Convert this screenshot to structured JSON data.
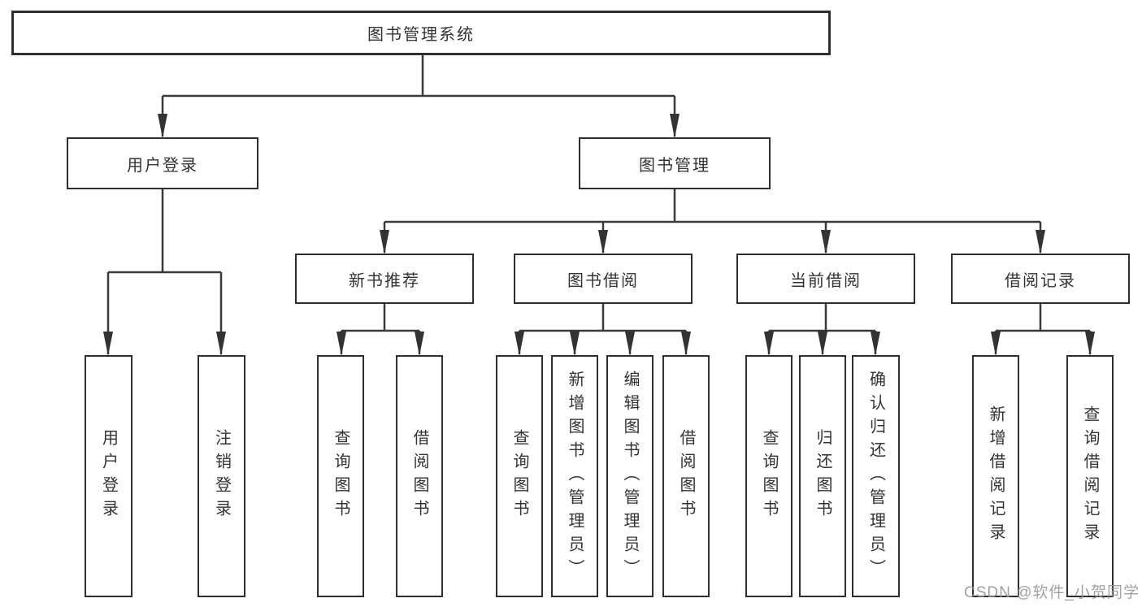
{
  "colors": {
    "background": "#ffffff",
    "box_border": "#2e2e2e",
    "line": "#3a3a3a",
    "text": "#333333",
    "watermark": "#949494"
  },
  "nodes": {
    "root": "图书管理系统",
    "user_login": "用户登录",
    "book_management": "图书管理",
    "user_login_children": [
      "用户登录",
      "注销登录"
    ],
    "book_management_children": [
      "新书推荐",
      "图书借阅",
      "当前借阅",
      "借阅记录"
    ],
    "new_book_recommend_children": [
      "查询图书",
      "借阅图书"
    ],
    "book_borrow_children": [
      "查询图书",
      "新增图书（管理员）",
      "编辑图书（管理员）",
      "借阅图书"
    ],
    "current_borrow_children": [
      "查询图书",
      "归还图书",
      "确认归还（管理员）"
    ],
    "borrow_record_children": [
      "新增借阅记录",
      "查询借阅记录"
    ]
  },
  "watermark": "CSDN @软件_小贺同学"
}
